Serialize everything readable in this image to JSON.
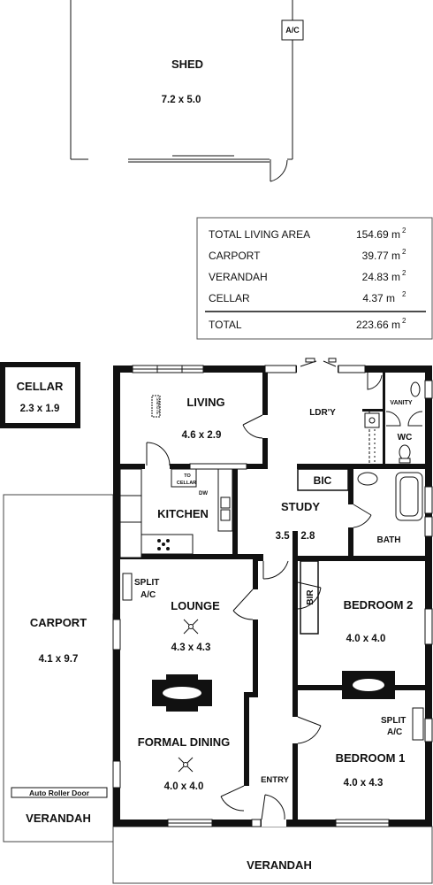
{
  "rooms": {
    "shed": {
      "name": "SHED",
      "dim": "7.2 x 5.0"
    },
    "ac_unit": "A/C",
    "cellar": {
      "name": "CELLAR",
      "dim": "2.3 x 1.9"
    },
    "living": {
      "name": "LIVING",
      "dim": "4.6 x 2.9"
    },
    "laundry": "LDR'Y",
    "vanity": "VANITY",
    "wc": "WC",
    "to_cellar": [
      "TO",
      "CELLAR"
    ],
    "dw": "DW",
    "kitchen": "KITCHEN",
    "bic": "BIC",
    "study": {
      "name": "STUDY",
      "dim": "3.5 x 2.8"
    },
    "bath": "BATH",
    "split_ac": [
      "SPLIT",
      "A/C"
    ],
    "lounge": {
      "name": "LOUNGE",
      "dim": "4.3 x 4.3"
    },
    "bir": "BIR",
    "bedroom2": {
      "name": "BEDROOM 2",
      "dim": "4.0 x 4.0"
    },
    "carport": {
      "name": "CARPORT",
      "dim": "4.1 x 9.7"
    },
    "formal_dining": {
      "name": "FORMAL DINING",
      "dim": "4.0 x 4.0"
    },
    "entry": "ENTRY",
    "bedroom1": {
      "name": "BEDROOM 1",
      "dim": "4.0 x 4.3"
    },
    "auto_roller_door": "Auto Roller Door",
    "verandah_side": "VERANDAH",
    "verandah_front": "VERANDAH",
    "heater_label": "SNH07E"
  },
  "areas": {
    "rows": [
      {
        "label": "TOTAL LIVING AREA",
        "value": "154.69 m",
        "sup": "2"
      },
      {
        "label": "CARPORT",
        "value": "39.77 m",
        "sup": "2"
      },
      {
        "label": "VERANDAH",
        "value": "24.83 m",
        "sup": "2"
      },
      {
        "label": "CELLAR",
        "value": "4.37 m",
        "sup": "2"
      }
    ],
    "total": {
      "label": "TOTAL",
      "value": "223.66 m",
      "sup": "2"
    }
  }
}
